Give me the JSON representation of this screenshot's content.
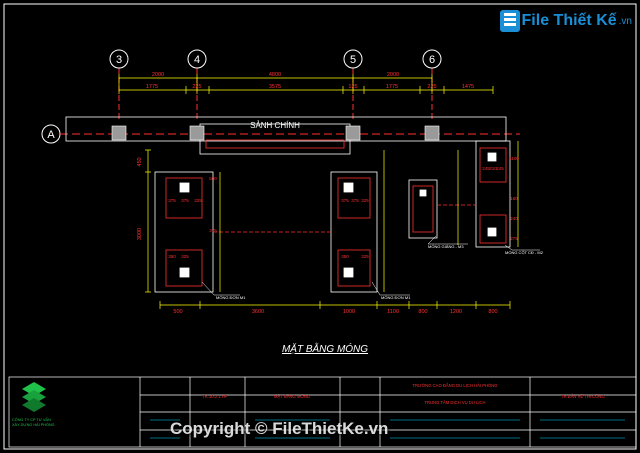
{
  "watermark": {
    "logo_text": "File Thiết Kế",
    "logo_tld": ".vn",
    "copyright": "Copyright © FileThietKe.vn"
  },
  "grid": {
    "axes": [
      "3",
      "4",
      "5",
      "6"
    ],
    "row": "A"
  },
  "dimensions": {
    "top_spans": [
      "2000",
      "4800",
      "2000"
    ],
    "sub_spans": [
      "1775",
      "225",
      "3575",
      "125",
      "1775",
      "225",
      "1475"
    ],
    "bottom_spans": [
      "500",
      "3600",
      "1000",
      "1100",
      "800",
      "1200",
      "800"
    ],
    "left_vertical": [
      "450",
      "3000"
    ],
    "footing_a": [
      "375",
      "375",
      "325",
      "350",
      "325",
      "660",
      "375"
    ],
    "footing_c_side": [
      "1100",
      "160",
      "240",
      "275"
    ],
    "footing_c_inner": [
      "245",
      "310",
      "245"
    ]
  },
  "labels": {
    "lobby": "SẢNH CHÍNH",
    "footing_m1_a": "MÓNG ĐƠN M1",
    "footing_m1_b": "MÓNG ĐƠN M1",
    "footing_m2": "MÓNG CỘT CĐ - M2",
    "tie_beam": "MÓNG GIẰNG - M3",
    "drawing_title": "MẶT BẰNG MÓNG"
  },
  "title_block": {
    "school": "TRƯỜNG CAO ĐẲNG DU LỊCH HẢI PHÒNG",
    "subtitle": "TRUNG TÂM DỊCH VỤ DU LỊCH",
    "drawing_no": "TK.10.2.1.HP",
    "sheet_title": "MẶT BẰNG MÓNG",
    "right_title": "TK BẢN VẼ THI CÔNG",
    "company_a": "CÔNG TY CP TƯ VẤN",
    "company_b": "XÂY DỰNG HẢI PHÒNG"
  },
  "colors": {
    "background": "#000000",
    "outline": "#ffffff",
    "structure": "#ff3030",
    "dimension": "#ffff00",
    "text_red": "#ff3030",
    "text_cyan": "#00d8ff",
    "hatch": "#888888",
    "grid_line": "#ff3030",
    "watermark": "#1a8fd6",
    "logo_green": "#1fc14a"
  }
}
